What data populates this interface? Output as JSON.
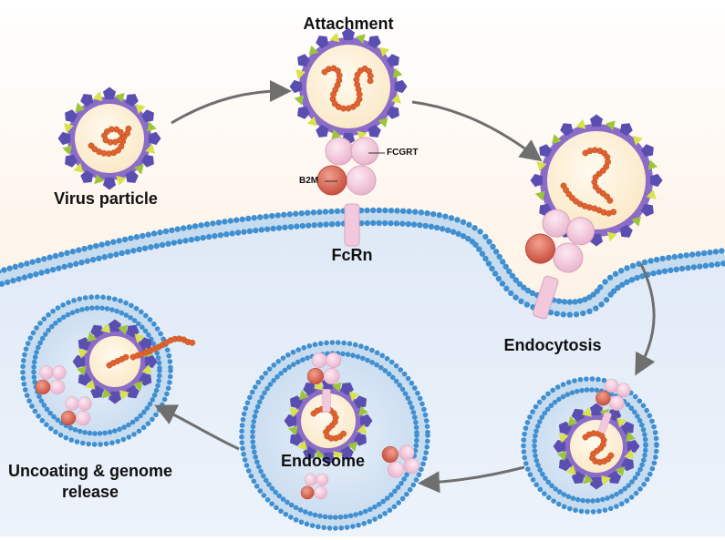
{
  "labels": {
    "attachment": "Attachment",
    "virus_particle": "Virus particle",
    "fcgrt": "FCGRT",
    "b2m": "B2M",
    "fcrn": "FcRn",
    "endocytosis": "Endocytosis",
    "endosome": "Endosome",
    "uncoating_line1": "Uncoating & genome",
    "uncoating_line2": "release"
  },
  "colors": {
    "background_top": "#fdf0df",
    "cell_interior": "#e4edf8",
    "membrane_head": "#3f8fd1",
    "membrane_tail": "#c7dcef",
    "capsid_purple": "#5a4fb0",
    "capsid_violet": "#8b6cc7",
    "capsid_green": "#9cc63a",
    "capsid_lime": "#d8e24a",
    "virus_core": "#fdf3dc",
    "genome": "#e0622e",
    "fcgrt_pink": "#f2c9dc",
    "b2m_red": "#d96a5c",
    "arrow": "#6f6f6f"
  }
}
